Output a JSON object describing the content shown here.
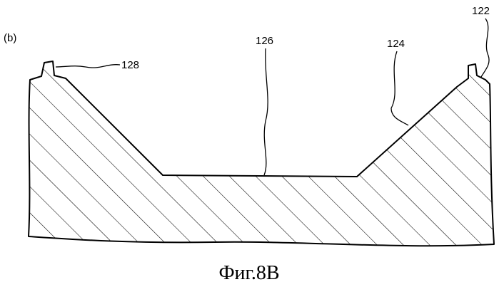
{
  "figure": {
    "panel_label": "(b)",
    "caption": "Фиг.8B",
    "reference_labels": {
      "r122": "122",
      "r124": "124",
      "r126": "126",
      "r128": "128"
    }
  }
}
